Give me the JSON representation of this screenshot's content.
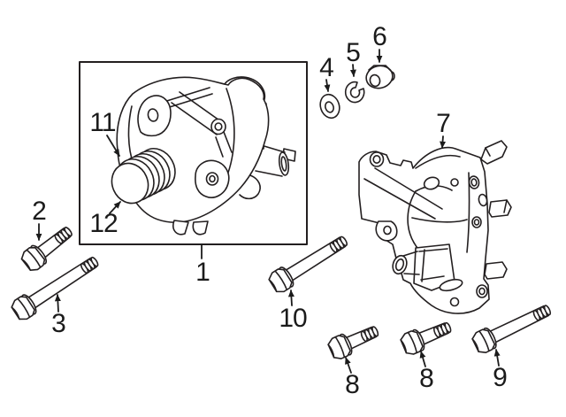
{
  "diagram": {
    "callouts": [
      {
        "label": "1"
      },
      {
        "label": "2"
      },
      {
        "label": "3"
      },
      {
        "label": "4"
      },
      {
        "label": "5"
      },
      {
        "label": "6"
      },
      {
        "label": "7"
      },
      {
        "label": "8"
      },
      {
        "label": "8"
      },
      {
        "label": "9"
      },
      {
        "label": "10"
      },
      {
        "label": "11"
      },
      {
        "label": "12"
      }
    ],
    "colors": {
      "line": "#231f20",
      "background": "#ffffff"
    }
  }
}
